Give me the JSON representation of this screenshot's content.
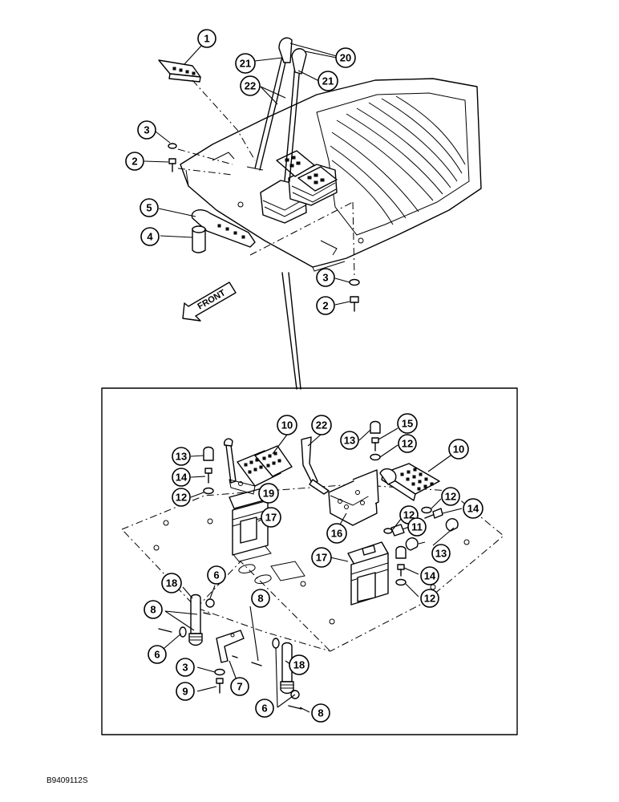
{
  "figure_id": "B9409112S",
  "front_label": "FRONT",
  "callouts": [
    {
      "label": "1"
    },
    {
      "label": "20"
    },
    {
      "label": "21"
    },
    {
      "label": "22"
    },
    {
      "label": "21"
    },
    {
      "label": "3"
    },
    {
      "label": "2"
    },
    {
      "label": "5"
    },
    {
      "label": "4"
    },
    {
      "label": "3"
    },
    {
      "label": "2"
    },
    {
      "label": "10"
    },
    {
      "label": "22"
    },
    {
      "label": "15"
    },
    {
      "label": "13"
    },
    {
      "label": "12"
    },
    {
      "label": "10"
    },
    {
      "label": "13"
    },
    {
      "label": "14"
    },
    {
      "label": "12"
    },
    {
      "label": "19"
    },
    {
      "label": "17"
    },
    {
      "label": "12"
    },
    {
      "label": "14"
    },
    {
      "label": "12"
    },
    {
      "label": "11"
    },
    {
      "label": "16"
    },
    {
      "label": "13"
    },
    {
      "label": "17"
    },
    {
      "label": "14"
    },
    {
      "label": "12"
    },
    {
      "label": "18"
    },
    {
      "label": "6"
    },
    {
      "label": "8"
    },
    {
      "label": "8"
    },
    {
      "label": "6"
    },
    {
      "label": "3"
    },
    {
      "label": "7"
    },
    {
      "label": "18"
    },
    {
      "label": "9"
    },
    {
      "label": "6"
    },
    {
      "label": "8"
    }
  ]
}
